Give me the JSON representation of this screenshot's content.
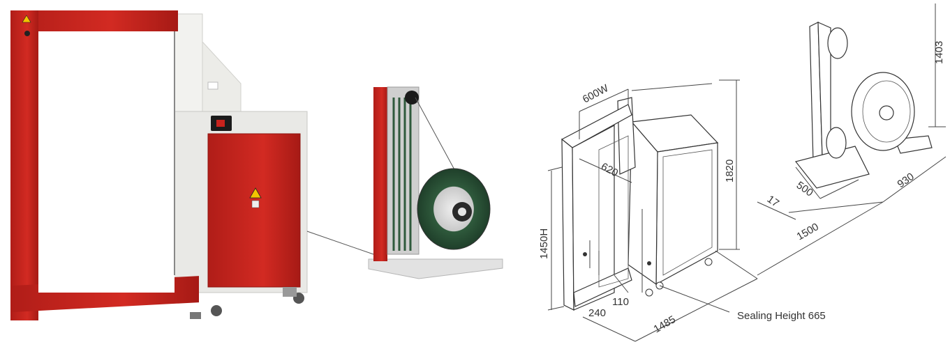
{
  "photo": {
    "machine": "strapping-machine-photo",
    "dispenser": "strap-dispenser-photo"
  },
  "drawing": {
    "dimensions": {
      "width": "600W",
      "depth": "620",
      "height_total": "1820",
      "arch_height": "1450H",
      "dim_240": "240",
      "dim_110": "110",
      "length_1485": "1485",
      "dispenser_height": "1403",
      "dispenser_500": "500",
      "dispenser_930": "930",
      "gap_17": "17",
      "distance_1500": "1500"
    },
    "sealing_label": "Sealing Height 665"
  },
  "colors": {
    "frame_red": "#c8231d",
    "panel_grey": "#e9e9e6",
    "steel": "#b8b8b8",
    "reel_green": "#2f5a3c"
  }
}
